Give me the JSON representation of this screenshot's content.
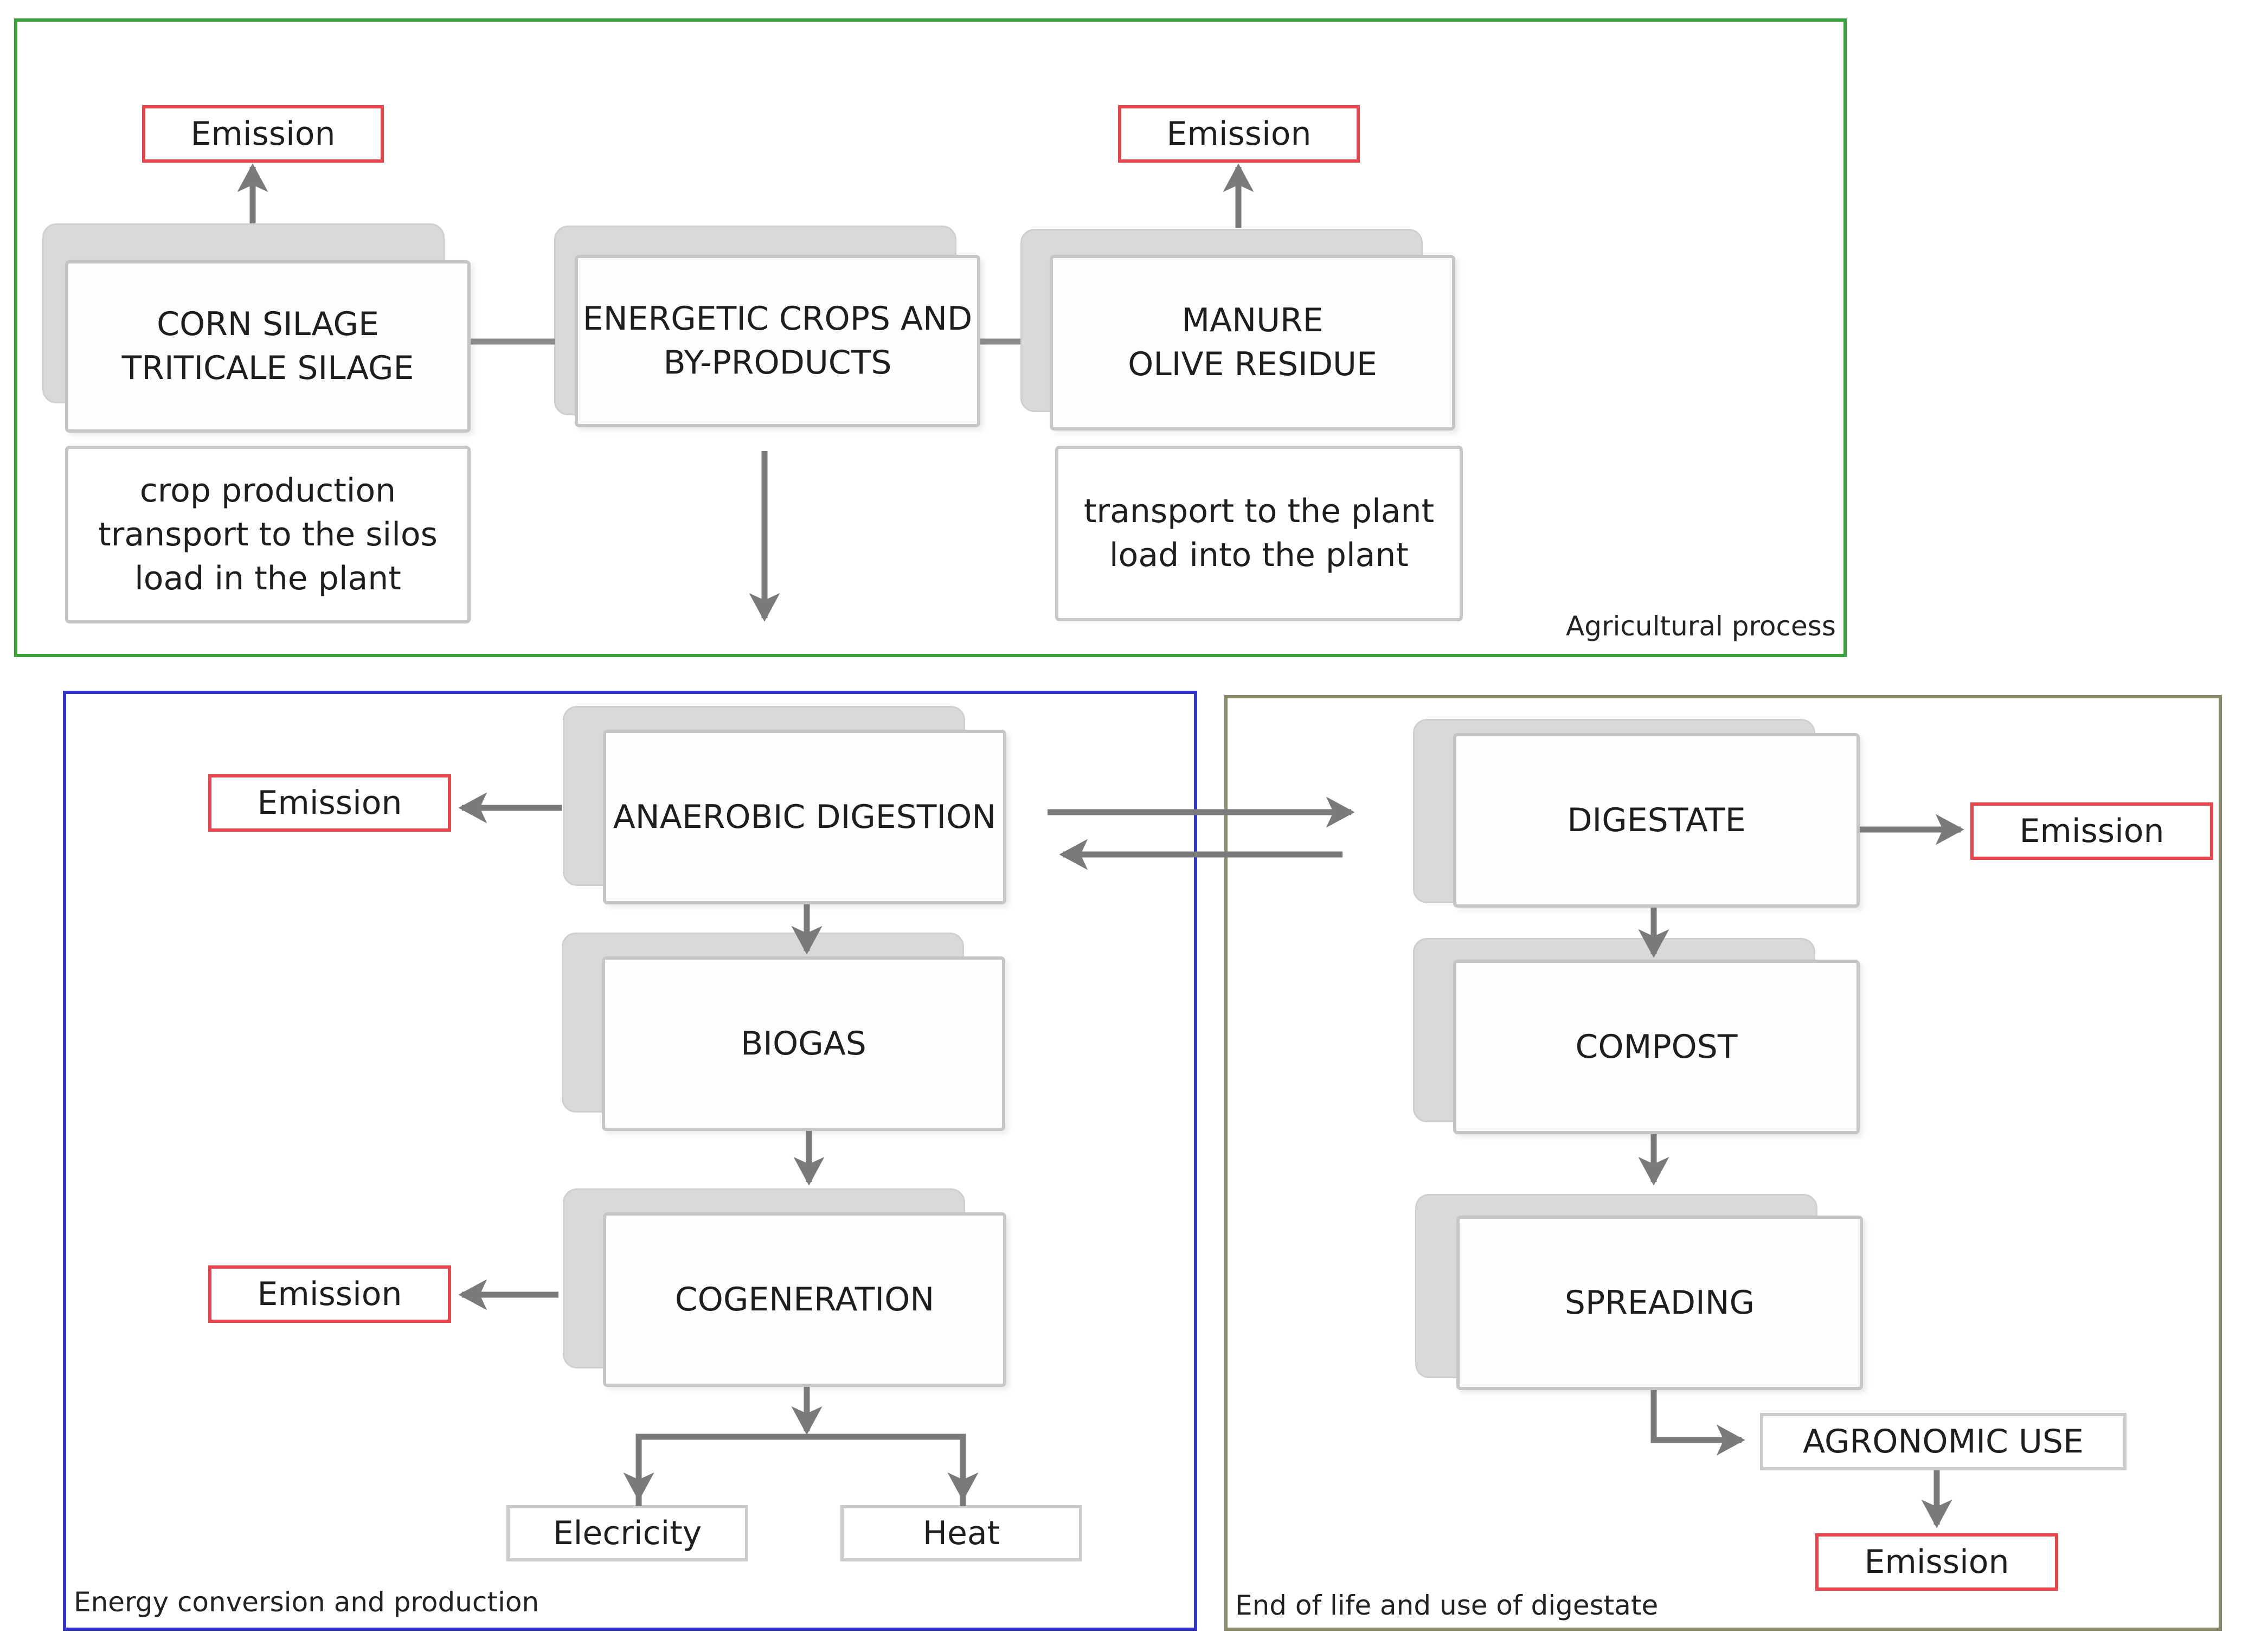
{
  "colors": {
    "agri_border": "#3aa03a",
    "energy_border": "#3434c8",
    "end_border": "#8b8a6a",
    "emission_border": "#e8464c",
    "arrow": "#7a7a7a",
    "line": "#8a8a8a"
  },
  "groups": {
    "agricultural": "Agricultural process",
    "energy": "Energy conversion and production",
    "end_of_life": "End of life and use of digestate"
  },
  "nodes": {
    "corn": "CORN SILAGE\nTRITICALE SILAGE",
    "crops": "ENERGETIC CROPS AND\nBY-PRODUCTS",
    "manure": "MANURE\nOLIVE RESIDUE",
    "corn_steps": "crop production\ntransport to the silos\nload in the plant",
    "manure_steps": "transport to the plant\nload into the plant",
    "anaerobic": "ANAEROBIC DIGESTION",
    "biogas": "BIOGAS",
    "cogeneration": "COGENERATION",
    "electricity": "Elecricity",
    "heat": "Heat",
    "digestate": "DIGESTATE",
    "compost": "COMPOST",
    "spreading": "SPREADING",
    "agronomic": "AGRONOMIC USE"
  },
  "emissions": {
    "corn": "Emission",
    "manure": "Emission",
    "anaerobic": "Emission",
    "cogeneration": "Emission",
    "digestate": "Emission",
    "agronomic": "Emission"
  }
}
